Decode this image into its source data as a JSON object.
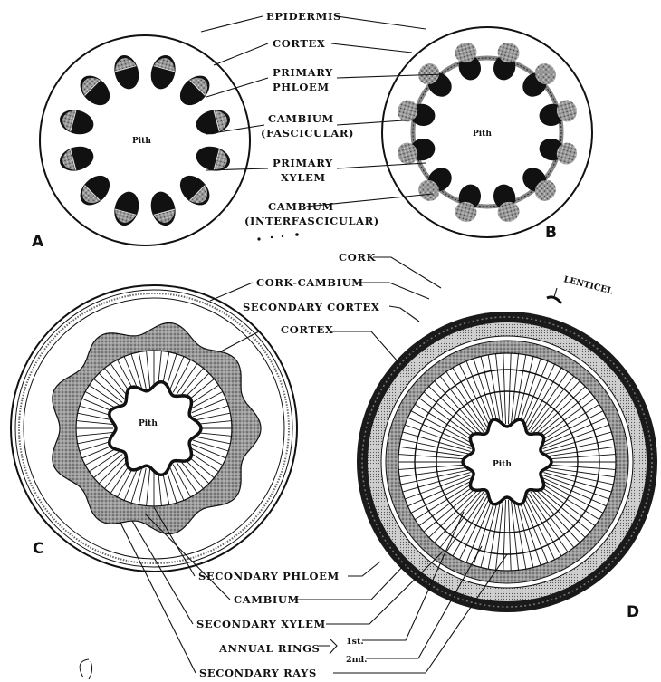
{
  "panels": {
    "a": "A",
    "b": "B",
    "c": "C",
    "d": "D"
  },
  "pith_label": "Pith",
  "top_labels": {
    "epidermis": "EPIDERMIS",
    "cortex": "CORTEX",
    "primary_phloem_1": "PRIMARY",
    "primary_phloem_2": "PHLOEM",
    "cambium_fasc_1": "CAMBIUM",
    "cambium_fasc_2": "(FASCICULAR)",
    "primary_xylem_1": "PRIMARY",
    "primary_xylem_2": "XYLEM",
    "cambium_inter_1": "CAMBIUM",
    "cambium_inter_2": "(INTERFASCICULAR)"
  },
  "bottom_labels": {
    "cork": "CORK",
    "cork_cambium": "CORK-CAMBIUM",
    "secondary_cortex": "SECONDARY CORTEX",
    "cortex": "CORTEX",
    "lenticel": "LENTICEL",
    "secondary_phloem": "SECONDARY PHLOEM",
    "cambium": "CAMBIUM",
    "secondary_xylem": "SECONDARY XYLEM",
    "annual_rings": "ANNUAL RINGS",
    "first": "1st.",
    "second": "2nd.",
    "secondary_rays": "SECONDARY RAYS"
  },
  "colors": {
    "ink": "#111111",
    "tissue_gray": "#8a8a8a",
    "paper": "#ffffff"
  }
}
